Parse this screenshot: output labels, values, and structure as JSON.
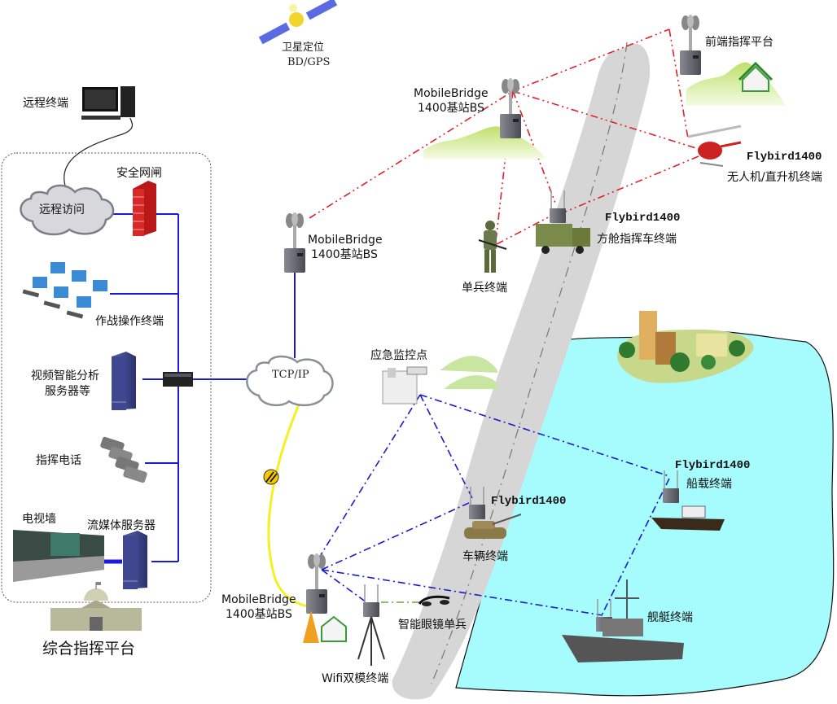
{
  "diagram": {
    "title": "综合指挥平台",
    "satellite": {
      "label_line1": "卫星定位",
      "label_line2": "BD/GPS"
    },
    "command_center": {
      "remote_terminal": "远程终端",
      "remote_access": "远程访问",
      "security_gateway": "安全网闸",
      "operator_terminals": "作战操作终端",
      "video_server_line1": "视频智能分析",
      "video_server_line2": "服务器等",
      "command_phone": "指挥电话",
      "tv_wall": "电视墙",
      "streaming_server": "流媒体服务器",
      "platform_label": "综合指挥平台"
    },
    "network": {
      "cloud_label": "TCP/IP"
    },
    "base_stations": [
      {
        "id": "bs-top",
        "line1": "MobileBridge",
        "line2": "1400基站BS"
      },
      {
        "id": "bs-mid",
        "line1": "MobileBridge",
        "line2": "1400基站BS"
      },
      {
        "id": "bs-bottom",
        "line1": "MobileBridge",
        "line2": "1400基站BS"
      }
    ],
    "front_command": {
      "label": "前端指挥平台"
    },
    "helicopter": {
      "model": "Flybird1400",
      "label": "无人机/直升机终端"
    },
    "shelter_truck": {
      "model": "Flybird1400",
      "label": "方舱指挥车终端"
    },
    "soldier": {
      "label": "单兵终端"
    },
    "emergency_monitor": {
      "label": "应急监控点"
    },
    "vehicle": {
      "model": "Flybird1400",
      "label": "车辆终端"
    },
    "ship_small": {
      "model": "Flybird1400",
      "label": "船载终端"
    },
    "warship": {
      "label": "舰艇终端"
    },
    "smart_glasses": {
      "label": "智能眼镜单兵"
    },
    "wifi_terminal": {
      "label": "Wifi双模终端"
    },
    "colors": {
      "wire": "#1a1adc",
      "red_link": "#e0202a",
      "blue_link": "#1a1acc",
      "sea": "#a6fbfc",
      "road": "#d6d6d6",
      "yellow_link": "#f5f020"
    }
  }
}
